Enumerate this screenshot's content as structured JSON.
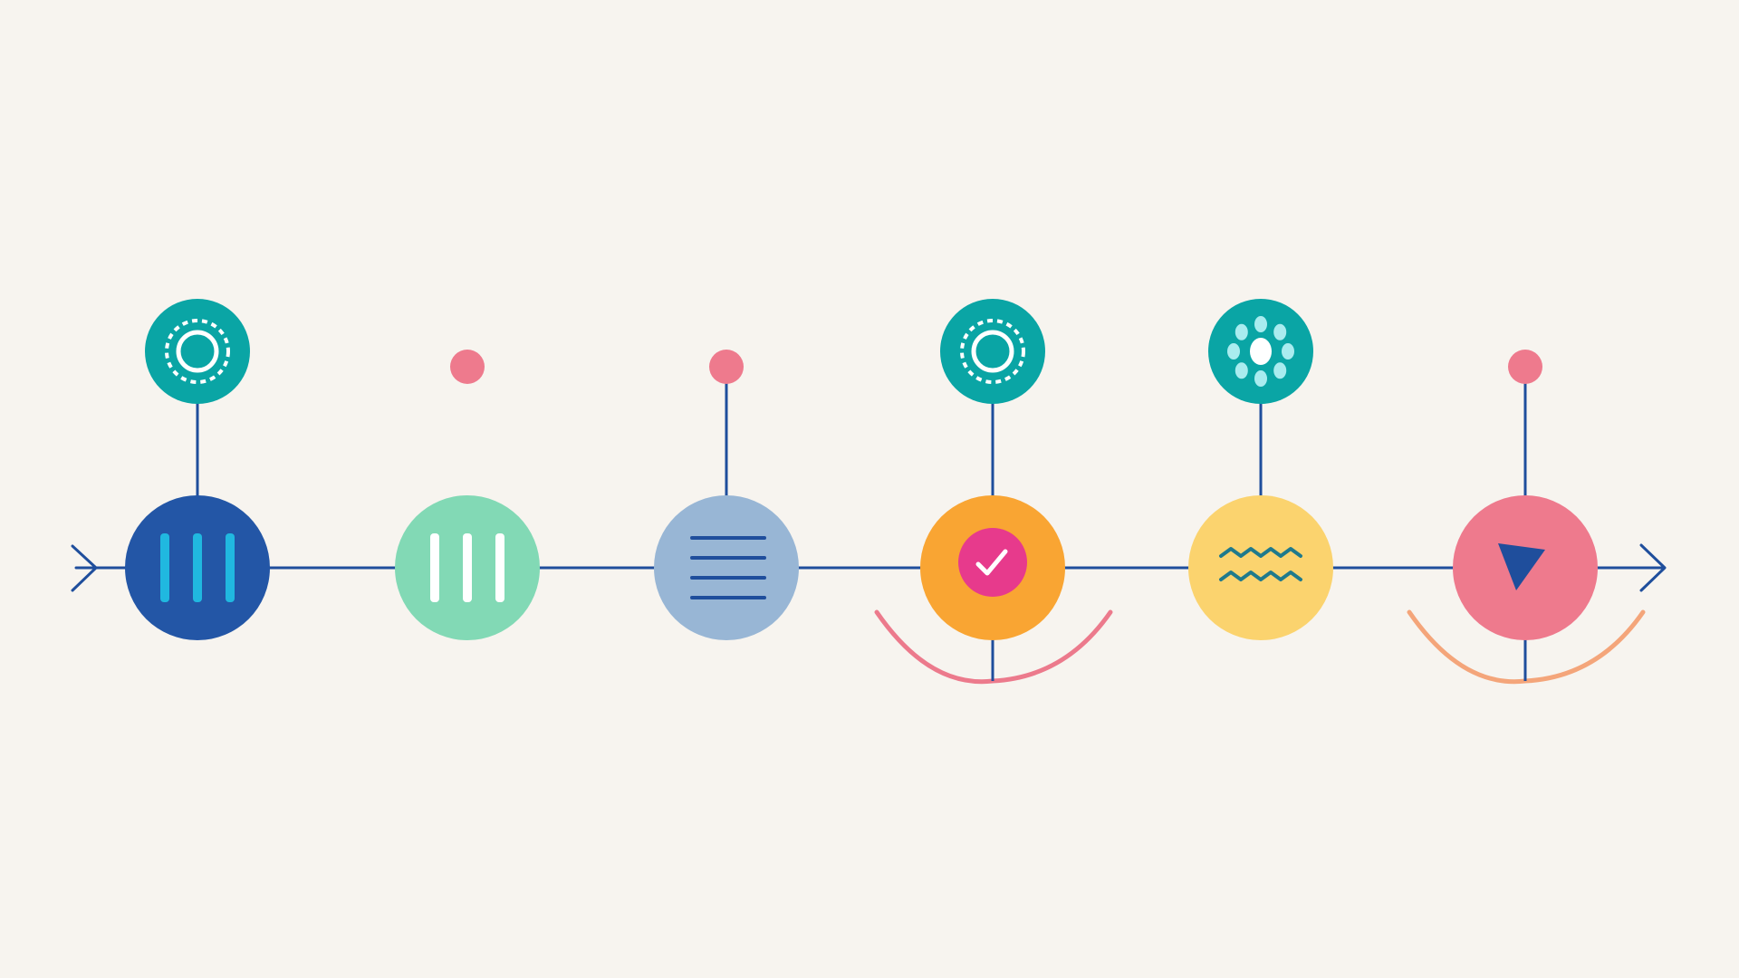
{
  "colors": {
    "background": "#f7f4ef",
    "line": "#1f4e9c",
    "teal": "#0aa5a5",
    "pink_dot": "#ee7a8d"
  },
  "stages": [
    {
      "node_color": "#2356a6",
      "node_icon": "vertical-bars-icon",
      "icon_color": "#20b8e0",
      "top_marker": "gear-icon",
      "top_connected": true,
      "arc": null
    },
    {
      "node_color": "#82d9b5",
      "node_icon": "vertical-bars-icon",
      "icon_color": "#ffffff",
      "top_marker": "dot",
      "top_connected": false,
      "arc": null
    },
    {
      "node_color": "#98b6d5",
      "node_icon": "list-lines-icon",
      "icon_color": "#1f4e9c",
      "top_marker": "dot",
      "top_connected": true,
      "arc": null
    },
    {
      "node_color": "#f9a533",
      "node_icon": "checkmark-icon",
      "icon_color": "#e73a8c",
      "top_marker": "gear-icon",
      "top_connected": true,
      "arc": "#ec7a8c"
    },
    {
      "node_color": "#fbd36e",
      "node_icon": "zigzag-icon",
      "icon_color": "#1f7a8c",
      "top_marker": "dotted-ring-icon",
      "top_connected": true,
      "arc": null
    },
    {
      "node_color": "#ee7a8d",
      "node_icon": "flag-icon",
      "icon_color": "#1f4e9c",
      "top_marker": "dot",
      "top_connected": true,
      "arc": "#f4a57a"
    }
  ]
}
